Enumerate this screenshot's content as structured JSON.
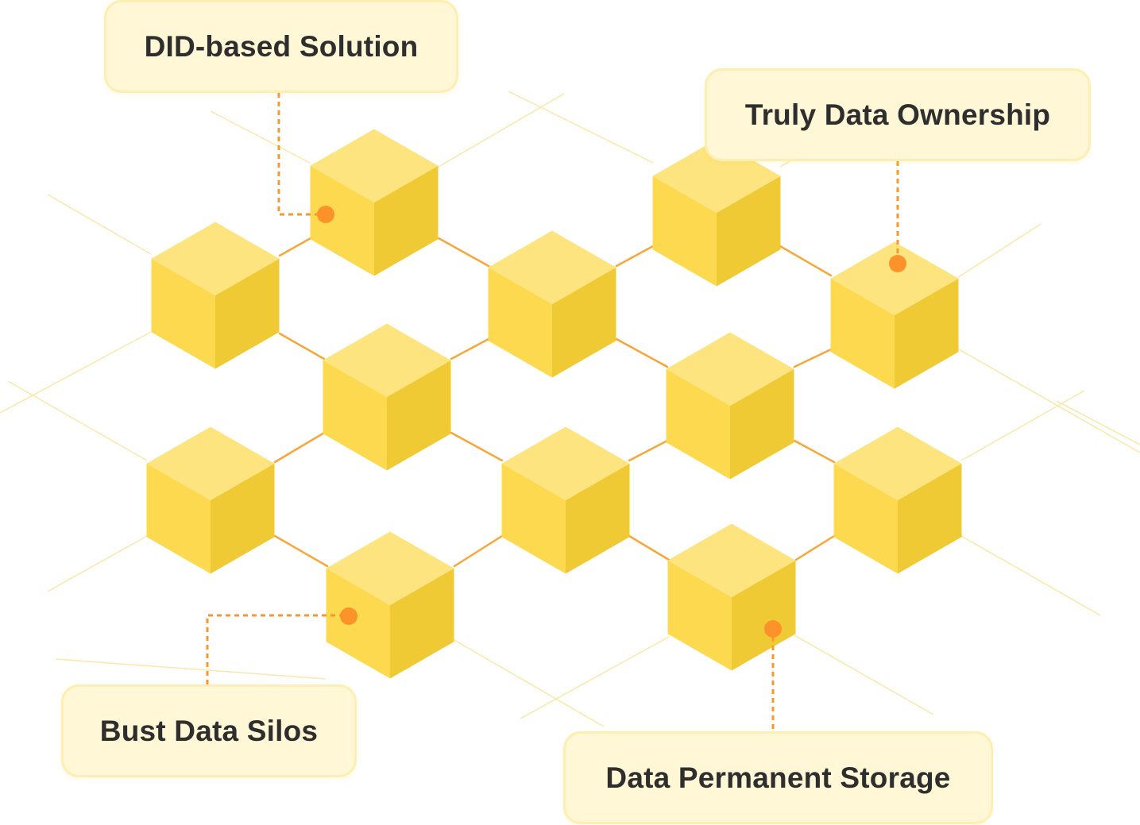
{
  "labels": {
    "did_based_solution": "DID-based Solution",
    "truly_data_ownership": "Truly Data Ownership",
    "bust_data_silos": "Bust Data Silos",
    "data_permanent_storage": "Data Permanent Storage"
  },
  "colors": {
    "cube_top": "#fde47e",
    "cube_left": "#fcd94f",
    "cube_right": "#efca34",
    "connector": "#f7a73a",
    "faint_line": "#fbe7a8",
    "callout_line": "#f59a2a",
    "callout_dot": "#fb922a",
    "label_bg": "#fff7d6",
    "label_border": "#fdeeb1",
    "label_text": "#2e2e2e"
  },
  "icons": {
    "cube": "cube-icon",
    "dot": "callout-dot-icon"
  }
}
